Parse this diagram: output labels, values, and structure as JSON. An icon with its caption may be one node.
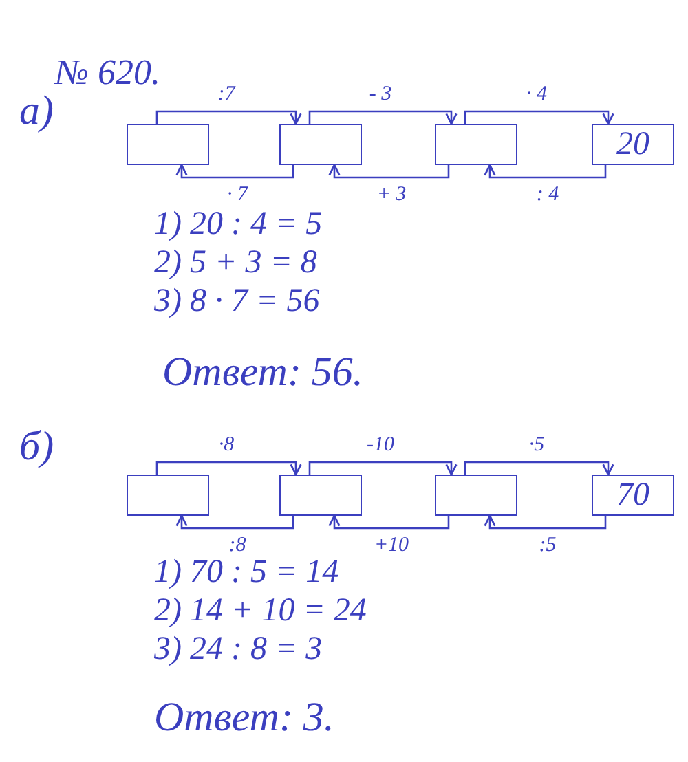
{
  "diagram": {
    "nodes": [
      {
        "text": [],
        "shape": "box"
      },
      {
        "text": [],
        "shape": "box"
      },
      {
        "text": [],
        "shape": "box"
      },
      {
        "text": [
          "20"
        ]
      },
      {
        "text": [],
        "shape": "box"
      },
      {
        "text": [],
        "shape": "box"
      },
      {
        "text": [],
        "shape": "box"
      },
      {
        "text": [
          "70"
        ]
      }
    ],
    "edges": [
      {
        "from": 0,
        "to": 1,
        "arrow": "to",
        "label": ":7"
      },
      {
        "from": 1,
        "to": 2,
        "arrow": "to",
        "label": "- 3"
      },
      {
        "from": 2,
        "to": 3,
        "arrow": "to",
        "label": "· 4"
      },
      {
        "from": 1,
        "to": 0,
        "arrow": "to",
        "label": "· 7"
      },
      {
        "from": 2,
        "to": 1,
        "arrow": "to",
        "label": "+ 3"
      },
      {
        "from": 3,
        "to": 2,
        "arrow": "to",
        "label": ": 4"
      },
      {
        "from": 4,
        "to": 5,
        "arrow": "to",
        "label": "·8"
      },
      {
        "from": 5,
        "to": 6,
        "arrow": "to",
        "label": "-10"
      },
      {
        "from": 6,
        "to": 7,
        "arrow": "to",
        "label": "·5"
      },
      {
        "from": 5,
        "to": 4,
        "arrow": "to",
        "label": ":8"
      },
      {
        "from": 6,
        "to": 5,
        "arrow": "to",
        "label": "+10"
      },
      {
        "from": 7,
        "to": 6,
        "arrow": "to",
        "label": ":5"
      }
    ],
    "labels": [
      "№ 620.",
      "а)",
      "1) 20 : 4 = 5",
      "2) 5 + 3 = 8",
      "3) 8 · 7 = 56",
      "Ответ: 56.",
      "б)",
      "1) 70 : 5 = 14",
      "2) 14 + 10 = 24",
      "3) 24 : 8 = 3",
      "Ответ: 3."
    ]
  }
}
